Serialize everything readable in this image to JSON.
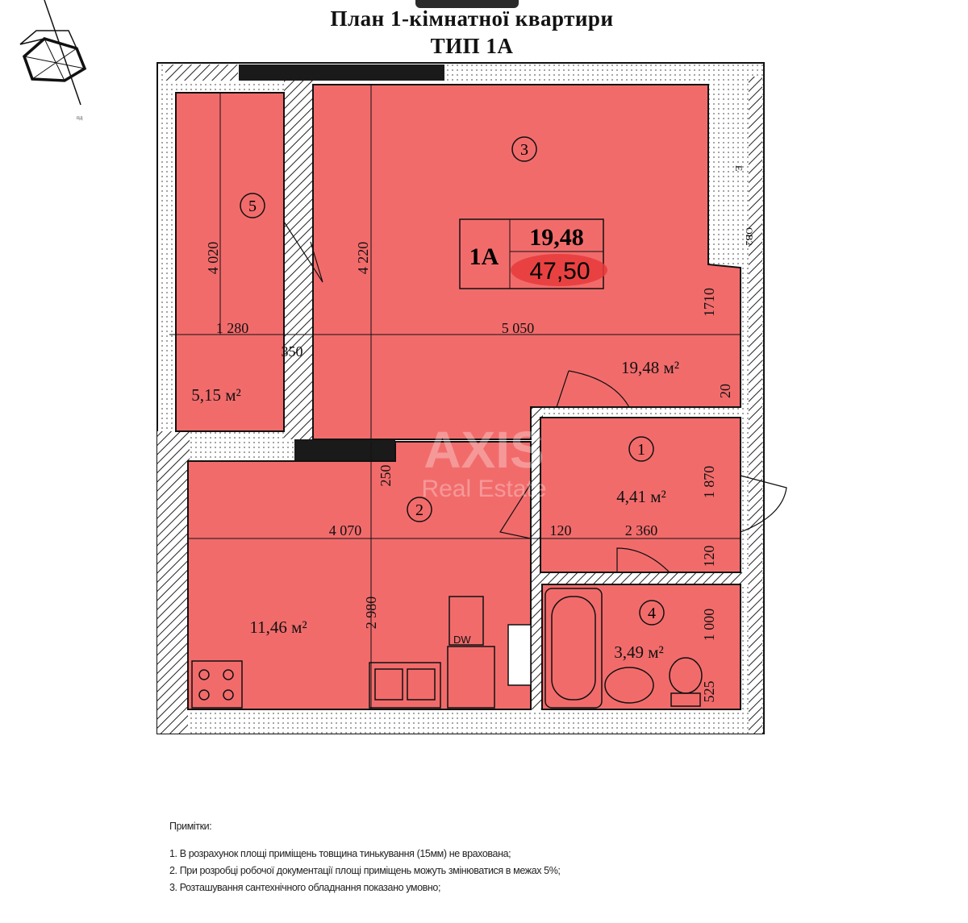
{
  "title": {
    "line1": "План 1-кімнатної квартири",
    "line2": "ТИП 1А"
  },
  "colors": {
    "room_fill": "#f26b6b",
    "wall": "#111111",
    "highlight": "#e83a3a"
  },
  "compass": {
    "label": "пд"
  },
  "summary_box": {
    "type": "1А",
    "living_area": "19,48",
    "total_area": "47,50"
  },
  "rooms": [
    {
      "number": "1",
      "area": "4,41 м²"
    },
    {
      "number": "2",
      "area": "11,46 м²"
    },
    {
      "number": "3",
      "area": "19,48 м²"
    },
    {
      "number": "4",
      "area": "3,49 м²"
    },
    {
      "number": "5",
      "area": "5,15 м²"
    }
  ],
  "dimensions": {
    "d4020": "4 020",
    "d4220": "4 220",
    "d1280": "1 280",
    "d5050": "5 050",
    "d350": "350",
    "d1710": "1710",
    "d20": "20",
    "d250": "250",
    "d4070": "4 070",
    "d120a": "120",
    "d2360": "2 360",
    "d1870": "1 870",
    "d120b": "120",
    "d2980": "2 980",
    "d1000": "1 000",
    "d525": "525"
  },
  "appliance": {
    "dw": "DW",
    "riser": "ОВ2",
    "meter": "Е"
  },
  "watermark": {
    "brand": "AXIS",
    "sub": "Real Estate"
  },
  "notes": {
    "heading": "Примітки:",
    "items": [
      "1. В розрахунок площі приміщень товщина тинькування (15мм) не врахована;",
      "2. При розробці робочої документації площі приміщень можуть змінюватися в межах 5%;",
      "3. Розташування сантехнічного обладнання показано умовно;"
    ]
  }
}
